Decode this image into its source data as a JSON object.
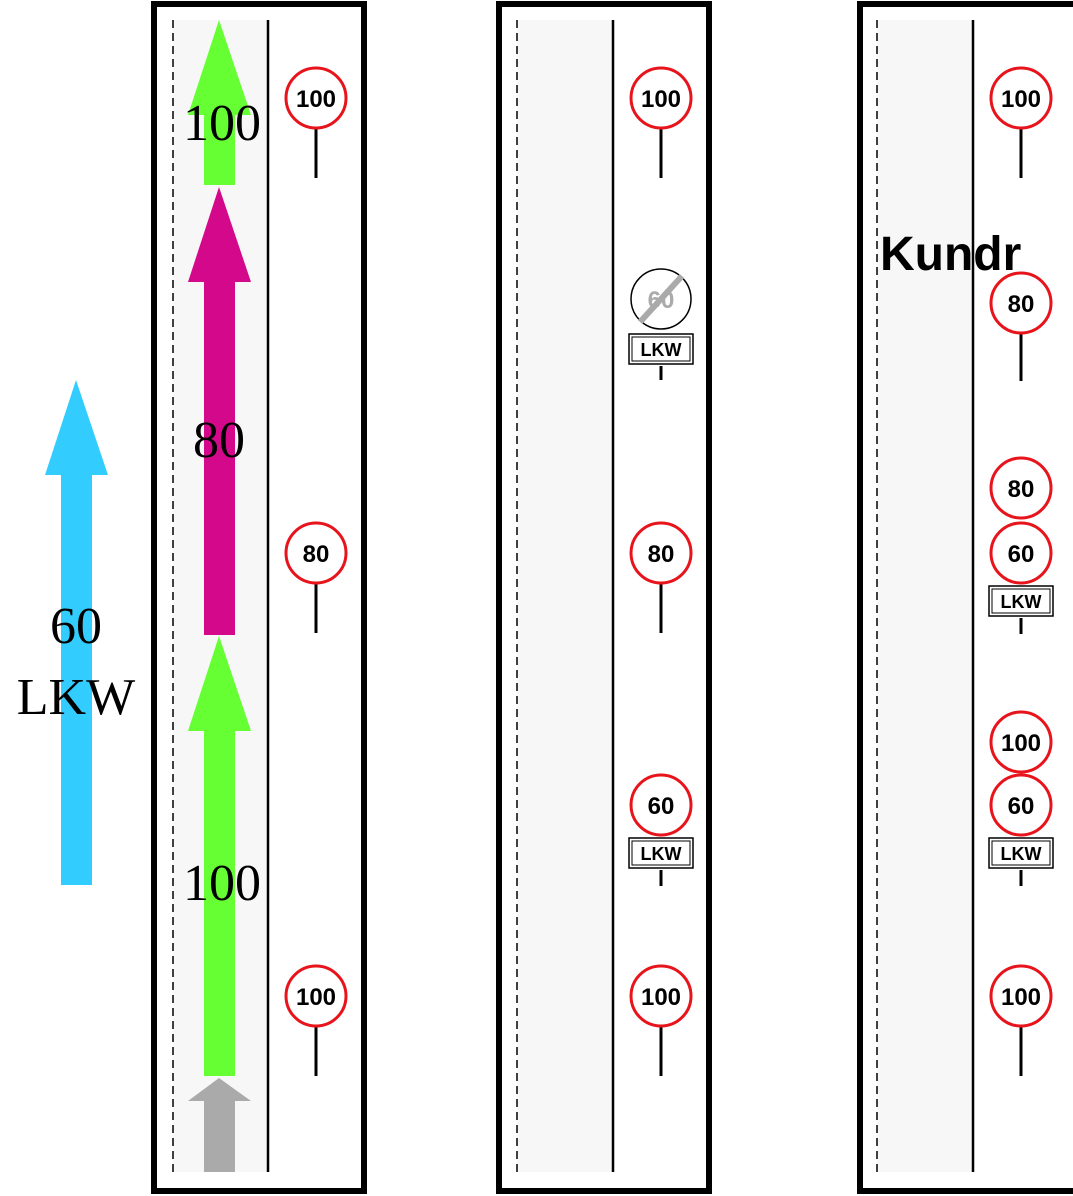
{
  "colors": {
    "arrow_100": "#66ff33",
    "arrow_80": "#d4088a",
    "arrow_lkw": "#33ccff",
    "arrow_entry": "#aaaaaa",
    "sign_ring": "#e8141c",
    "road_frame": "#000000",
    "road_fill": "#f7f7f7"
  },
  "left_arrow": {
    "speed": "60",
    "label": "LKW"
  },
  "panel1": {
    "arrows": [
      {
        "id": "arrow-100-top",
        "label": "100",
        "color_key": "arrow_100"
      },
      {
        "id": "arrow-80",
        "label": "80",
        "color_key": "arrow_80"
      },
      {
        "id": "arrow-100-bottom",
        "label": "100",
        "color_key": "arrow_100"
      },
      {
        "id": "arrow-entry",
        "label": "",
        "color_key": "arrow_entry"
      }
    ],
    "signs": [
      {
        "id": "sign-100-top",
        "text": "100"
      },
      {
        "id": "sign-80",
        "text": "80"
      },
      {
        "id": "sign-100-bottom",
        "text": "100"
      }
    ]
  },
  "panel2": {
    "signs": [
      {
        "id": "sign-100-top",
        "text": "100"
      },
      {
        "id": "sign-end-60",
        "text": "60",
        "plate": "LKW",
        "type": "end"
      },
      {
        "id": "sign-80",
        "text": "80"
      },
      {
        "id": "sign-60-lkw",
        "text": "60",
        "plate": "LKW"
      },
      {
        "id": "sign-100-bottom",
        "text": "100"
      }
    ]
  },
  "panel3": {
    "overlay_text": "Kundr",
    "signs": [
      {
        "id": "sign-100-top",
        "text": "100"
      },
      {
        "id": "sign-80-upper",
        "text": "80"
      },
      {
        "id": "sign-80-mid",
        "text": "80"
      },
      {
        "id": "sign-60-lkw-upper",
        "text": "60",
        "plate": "LKW"
      },
      {
        "id": "sign-100-mid",
        "text": "100"
      },
      {
        "id": "sign-60-lkw-lower",
        "text": "60",
        "plate": "LKW"
      },
      {
        "id": "sign-100-bottom",
        "text": "100"
      }
    ]
  }
}
